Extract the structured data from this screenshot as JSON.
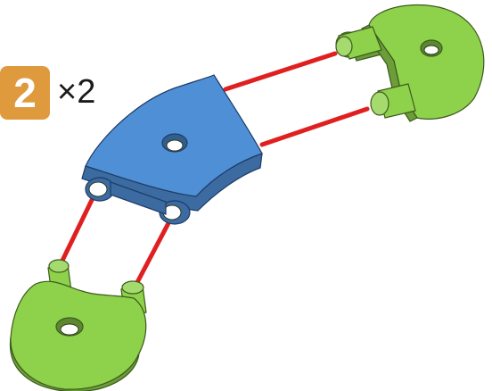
{
  "step": {
    "number": "2",
    "quantity": "×2",
    "badge_color": "#E09A3E"
  },
  "parts": {
    "curved_connector": {
      "name": "curved-connector-piece",
      "color": "#4F8FD6"
    },
    "end_cap": {
      "name": "rounded-end-cap-piece",
      "color": "#8ED14A",
      "count": 2
    }
  },
  "assembly_lines": {
    "color": "#E02020"
  }
}
